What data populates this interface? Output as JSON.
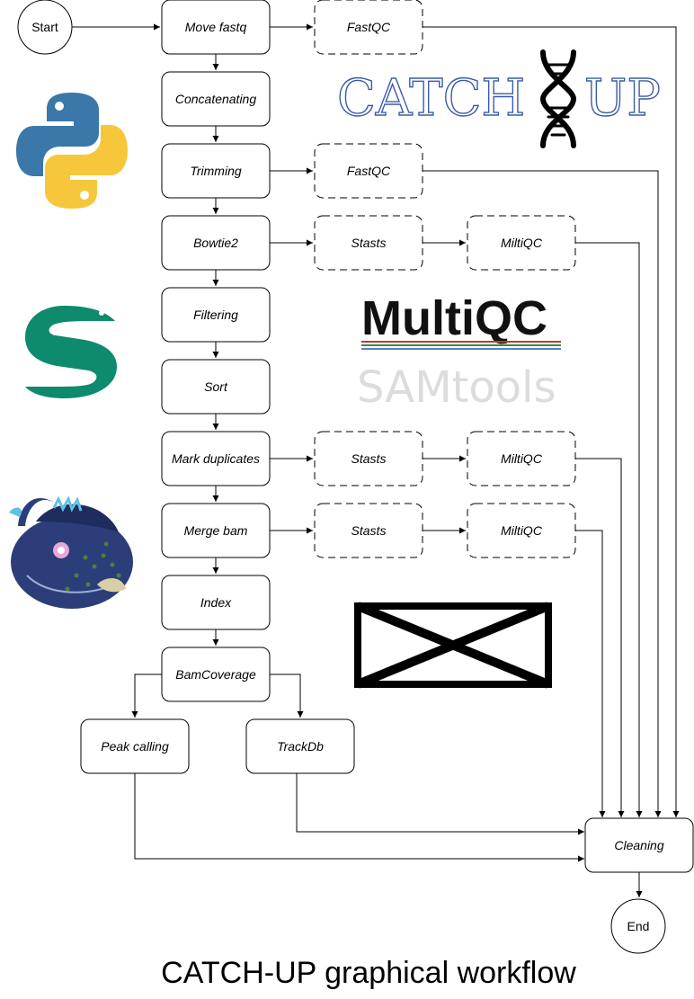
{
  "caption": "CATCH-UP graphical workflow",
  "terminals": {
    "start": "Start",
    "end": "End"
  },
  "steps": {
    "move_fastq": "Move fastq",
    "concatenating": "Concatenating",
    "trimming": "Trimming",
    "bowtie2": "Bowtie2",
    "filtering": "Filtering",
    "sort": "Sort",
    "mark_duplicates": "Mark duplicates",
    "merge_bam": "Merge bam",
    "index": "Index",
    "bamcoverage": "BamCoverage",
    "peak_calling": "Peak calling",
    "trackdb": "TrackDb",
    "cleaning": "Cleaning"
  },
  "qc_steps": {
    "fastqc_1": "FastQC",
    "fastqc_2": "FastQC",
    "stats_1": "Stasts",
    "multiqc_1": "MiltiQC",
    "stats_2": "Stasts",
    "multiqc_2": "MiltiQC",
    "stats_3": "Stasts",
    "multiqc_3": "MiltiQC"
  },
  "logos": {
    "catchup_left": "CATCH",
    "catchup_right": "UP",
    "multiqc": "MultiQC",
    "samtools": "SAMtools",
    "python_icon": "python-logo",
    "snakemake_icon": "snakemake-logo",
    "anglerfish_icon": "anglerfish-logo",
    "placeholder_icon": "missing-image-placeholder"
  },
  "colors": {
    "catchup_blue": "#3a5ca8",
    "python_blue": "#3b77a8",
    "python_yellow": "#f7c73b",
    "snakemake_green": "#0e8a6c",
    "multiqc_red": "#c0392b",
    "multiqc_green": "#2e8b57",
    "multiqc_blue": "#5b7fc7",
    "anglerfish_body": "#2c3e7a"
  }
}
